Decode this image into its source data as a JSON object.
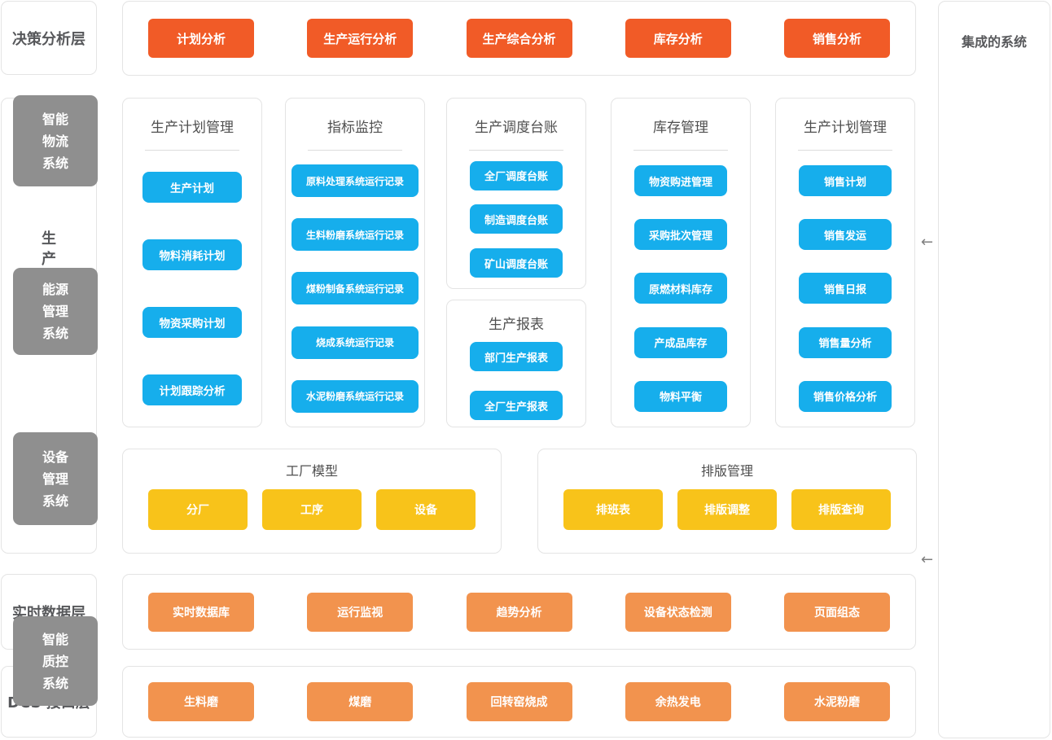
{
  "colors": {
    "decision_button": "#F15B27",
    "feature_button": "#16AEEC",
    "model_button": "#F8C31A",
    "data_button": "#F2934E",
    "system_box": "#8F8F8F"
  },
  "layer_labels": {
    "decision": "决策分析层",
    "business_vertical": "生\n产\n业\n务\n层",
    "realtime": "实时数据层",
    "dcs": "DCS 接口层"
  },
  "decision_row": {
    "buttons": [
      "计划分析",
      "生产运行分析",
      "生产综合分析",
      "库存分析",
      "销售分析"
    ]
  },
  "panels": [
    {
      "title": "生产计划管理",
      "items": [
        "生产计划",
        "物料消耗计划",
        "物资采购计划",
        "计划跟踪分析"
      ]
    },
    {
      "title": "指标监控",
      "items": [
        "原料处理系统运行记录",
        "生料粉磨系统运行记录",
        "煤粉制备系统运行记录",
        "烧成系统运行记录",
        "水泥粉磨系统运行记录"
      ]
    },
    {
      "title": "生产调度台账",
      "items": [
        "全厂调度台账",
        "制造调度台账",
        "矿山调度台账"
      ]
    },
    {
      "title": "生产报表",
      "items": [
        "部门生产报表",
        "全厂生产报表"
      ]
    },
    {
      "title": "库存管理",
      "items": [
        "物资购进管理",
        "采购批次管理",
        "原燃材料库存",
        "产成品库存",
        "物料平衡"
      ]
    },
    {
      "title": "生产计划管理",
      "items": [
        "销售计划",
        "销售发运",
        "销售日报",
        "销售量分析",
        "销售价格分析"
      ]
    }
  ],
  "model_panels": [
    {
      "title": "工厂模型",
      "items": [
        "分厂",
        "工序",
        "设备"
      ]
    },
    {
      "title": "排版管理",
      "items": [
        "排班表",
        "排版调整",
        "排版查询"
      ]
    }
  ],
  "realtime_row": {
    "buttons": [
      "实时数据库",
      "运行监视",
      "趋势分析",
      "设备状态检测",
      "页面组态"
    ]
  },
  "dcs_row": {
    "buttons": [
      "生料磨",
      "煤磨",
      "回转窑烧成",
      "余热发电",
      "水泥粉磨"
    ]
  },
  "integrated_systems": {
    "title": "集成的系统",
    "systems": [
      "智能\n物流\n系统",
      "能源\n管理\n系统",
      "设备\n管理\n系统",
      "智能\n质控\n系统"
    ]
  },
  "icons": {
    "left_arrow": "←"
  }
}
